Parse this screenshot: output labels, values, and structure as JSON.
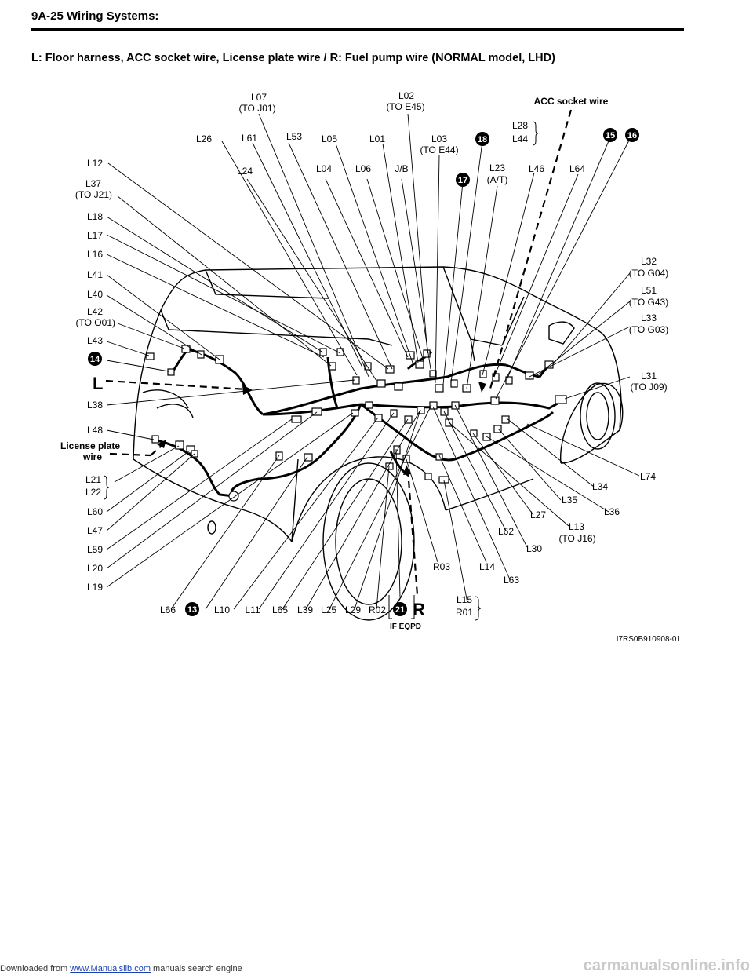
{
  "header": {
    "section": "9A-25  Wiring Systems:"
  },
  "subtitle": "L: Floor harness, ACC socket wire, License plate wire / R: Fuel pump wire (NORMAL model, LHD)",
  "labels": {
    "l07": "L07",
    "l07_to": "(TO J01)",
    "l02": "L02",
    "l02_to": "(TO E45)",
    "acc": "ACC socket wire",
    "l26": "L26",
    "l61": "L61",
    "l53": "L53",
    "l05": "L05",
    "l01": "L01",
    "l03": "L03",
    "l03_to": "(TO E44)",
    "l28": "L28",
    "l44": "L44",
    "l24": "L24",
    "l04": "L04",
    "l06": "L06",
    "jb": "J/B",
    "l23": "L23",
    "l23_at": "(A/T)",
    "l46": "L46",
    "l64": "L64",
    "l12": "L12",
    "l37": "L37",
    "l37_to": "(TO J21)",
    "l18": "L18",
    "l17": "L17",
    "l16": "L16",
    "l41": "L41",
    "l40": "L40",
    "l42": "L42",
    "l42_to": "(TO O01)",
    "l43": "L43",
    "L": "L",
    "l38": "L38",
    "l48": "L48",
    "lic1": "License plate",
    "lic2": "wire",
    "l21": "L21",
    "l22": "L22",
    "l60": "L60",
    "l47": "L47",
    "l59": "L59",
    "l20": "L20",
    "l19": "L19",
    "l32": "L32",
    "l32_to": "(TO G04)",
    "l51": "L51",
    "l51_to": "(TO G43)",
    "l33": "L33",
    "l33_to": "(TO G03)",
    "l31": "L31",
    "l31_to": "(TO J09)",
    "l74": "L74",
    "l34": "L34",
    "l35": "L35",
    "l36": "L36",
    "l27": "L27",
    "l13": "L13",
    "l13_to": "(TO J16)",
    "l62": "L62",
    "l30": "L30",
    "r03": "R03",
    "l14": "L14",
    "l63": "L63",
    "l15": "L15",
    "r01": "R01",
    "l66": "L66",
    "l10": "L10",
    "l11": "L11",
    "l65": "L65",
    "l39": "L39",
    "l25": "L25",
    "l29": "L29",
    "r02": "R02",
    "R": "R",
    "ifeqpd": "IF EQPD"
  },
  "badges": {
    "b13": "13",
    "b14": "14",
    "b15": "15",
    "b16": "16",
    "b17": "17",
    "b18": "18",
    "b21": "21"
  },
  "figure_code": "I7RS0B910908-01",
  "footer": {
    "prefix": "Downloaded from ",
    "link": "www.Manualslib.com",
    "suffix": " manuals search engine"
  },
  "watermark": "carmanualsonline.info"
}
